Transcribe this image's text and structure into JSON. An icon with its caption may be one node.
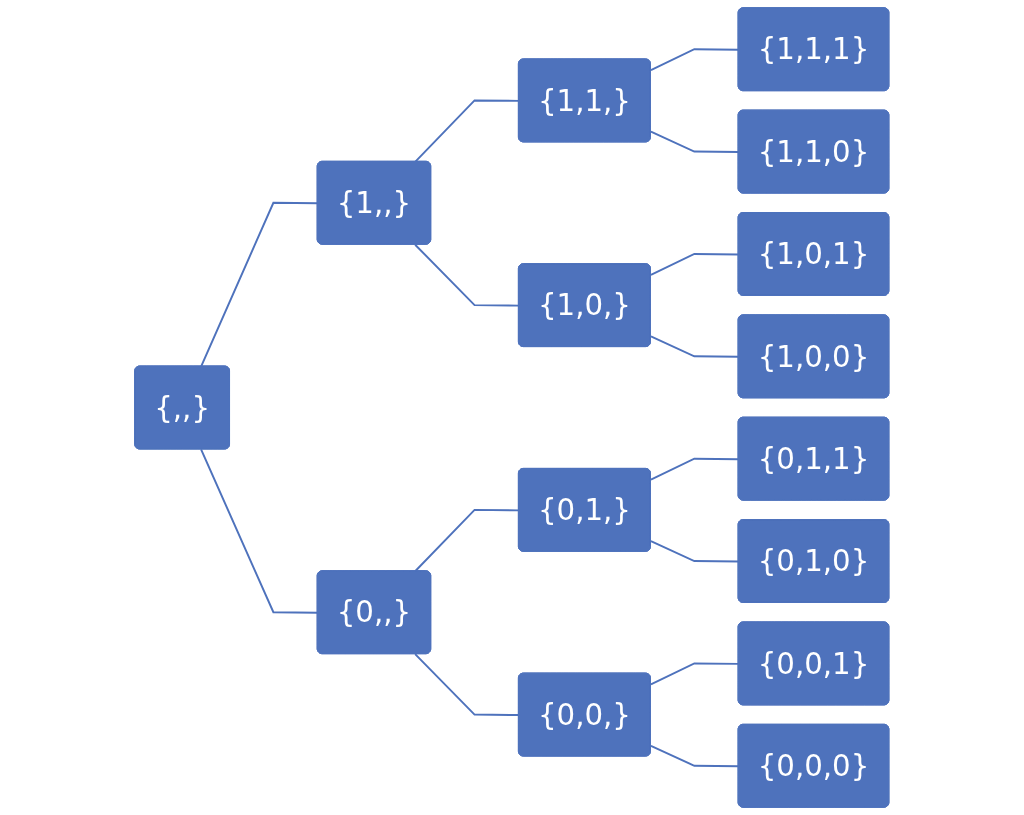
{
  "diagram": {
    "nodes": [
      {
        "text": [
          "{,,}"
        ]
      },
      {
        "text": [
          "{1,,}"
        ]
      },
      {
        "text": [
          "{0,,}"
        ]
      },
      {
        "text": [
          "{1,1,}"
        ]
      },
      {
        "text": [
          "{1,0,}"
        ]
      },
      {
        "text": [
          "{0,1,}"
        ]
      },
      {
        "text": [
          "{0,0,}"
        ]
      },
      {
        "text": [
          "{1,1,1}"
        ]
      },
      {
        "text": [
          "{1,1,0}"
        ]
      },
      {
        "text": [
          "{1,0,1}"
        ]
      },
      {
        "text": [
          "{1,0,0}"
        ]
      },
      {
        "text": [
          "{0,1,1}"
        ]
      },
      {
        "text": [
          "{0,1,0}"
        ]
      },
      {
        "text": [
          "{0,0,1}"
        ]
      },
      {
        "text": [
          "{0,0,0}"
        ]
      }
    ],
    "edges": [
      {
        "from": 0,
        "to": 1,
        "arrow": "none"
      },
      {
        "from": 0,
        "to": 2,
        "arrow": "none"
      },
      {
        "from": 1,
        "to": 3,
        "arrow": "none"
      },
      {
        "from": 1,
        "to": 4,
        "arrow": "none"
      },
      {
        "from": 2,
        "to": 5,
        "arrow": "none"
      },
      {
        "from": 2,
        "to": 6,
        "arrow": "none"
      },
      {
        "from": 3,
        "to": 7,
        "arrow": "none"
      },
      {
        "from": 3,
        "to": 8,
        "arrow": "none"
      },
      {
        "from": 4,
        "to": 9,
        "arrow": "none"
      },
      {
        "from": 4,
        "to": 10,
        "arrow": "none"
      },
      {
        "from": 5,
        "to": 11,
        "arrow": "none"
      },
      {
        "from": 5,
        "to": 12,
        "arrow": "none"
      },
      {
        "from": 6,
        "to": 13,
        "arrow": "none"
      },
      {
        "from": 6,
        "to": 14,
        "arrow": "none"
      }
    ]
  }
}
